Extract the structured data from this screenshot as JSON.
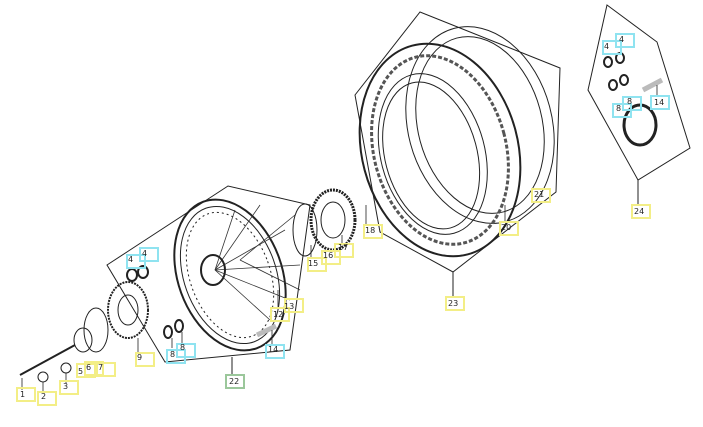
{
  "callouts": [
    {
      "id": "1",
      "kind": "yellow"
    },
    {
      "id": "2",
      "kind": "yellow"
    },
    {
      "id": "3",
      "kind": "yellow"
    },
    {
      "id": "5",
      "kind": "yellow"
    },
    {
      "id": "6",
      "kind": "yellow"
    },
    {
      "id": "7",
      "kind": "yellow"
    },
    {
      "id": "9",
      "kind": "yellow"
    },
    {
      "id": "4",
      "kind": "cyan"
    },
    {
      "id": "4",
      "kind": "cyan"
    },
    {
      "id": "8",
      "kind": "cyan"
    },
    {
      "id": "8",
      "kind": "cyan"
    },
    {
      "id": "12",
      "kind": "yellow"
    },
    {
      "id": "13",
      "kind": "yellow"
    },
    {
      "id": "14",
      "kind": "cyan"
    },
    {
      "id": "15",
      "kind": "yellow"
    },
    {
      "id": "16",
      "kind": "yellow"
    },
    {
      "id": "17",
      "kind": "yellow"
    },
    {
      "id": "18",
      "kind": "yellow"
    },
    {
      "id": "20",
      "kind": "yellow"
    },
    {
      "id": "21",
      "kind": "yellow"
    },
    {
      "id": "23",
      "kind": "yellow"
    },
    {
      "id": "22",
      "kind": "green"
    },
    {
      "id": "4",
      "kind": "cyan"
    },
    {
      "id": "4",
      "kind": "cyan"
    },
    {
      "id": "8",
      "kind": "cyan"
    },
    {
      "id": "8",
      "kind": "cyan"
    },
    {
      "id": "14",
      "kind": "cyan"
    },
    {
      "id": "24",
      "kind": "yellow"
    }
  ],
  "colors": {
    "yellow": "#f3ee86",
    "cyan": "#8fe3f0",
    "green": "#9bc79b",
    "line": "#222222"
  }
}
